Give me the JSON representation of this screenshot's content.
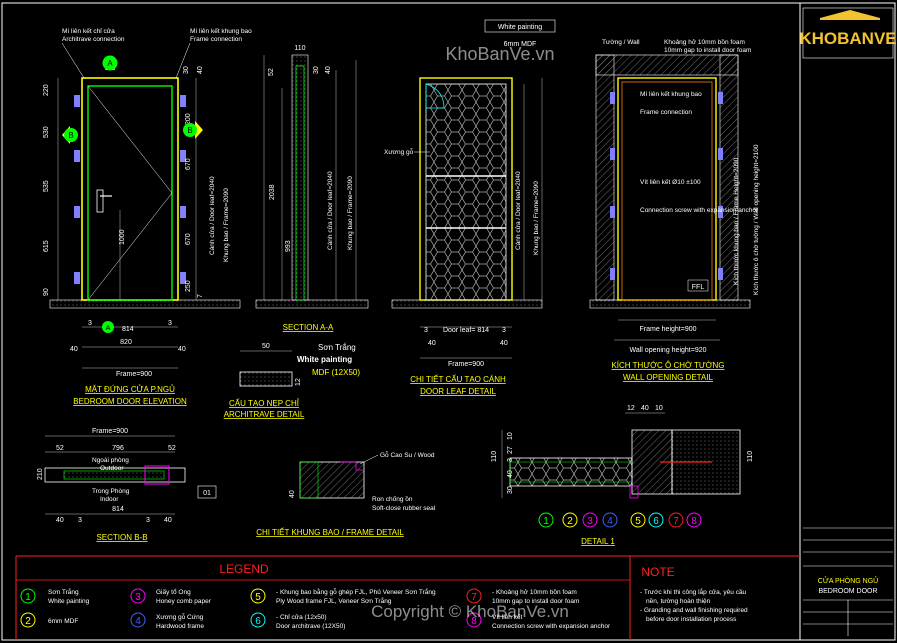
{
  "colors": {
    "background": "#000000",
    "line_white": "#ffffff",
    "line_yellow": "#ffff00",
    "line_green": "#00ff00",
    "line_cyan": "#00ffff",
    "line_magenta": "#ff00ff",
    "line_red": "#ff2020",
    "line_blue": "#4060ff",
    "dim": "#c0c0c0",
    "brand_yellow": "#f2c230"
  },
  "watermark": {
    "top": "KhoBanVe.vn",
    "bottom": "Copyright © KhoBanVe.vn"
  },
  "title_block": {
    "logo": "KHOBANVE",
    "drawing_name_vn": "CỬA PHÒNG NGỦ",
    "drawing_name_en": "BEDROOM DOOR"
  },
  "elevation": {
    "callout_architrave_vn": "Mí liên kết chỉ cửa",
    "callout_architrave_en": "Architrave connection",
    "callout_frame_vn": "Mí liên kết khung bao",
    "callout_frame_en": "Frame connection",
    "tag_a": "A",
    "tag_b": "B",
    "dims_left": [
      "220",
      "530",
      "535",
      "615",
      "90"
    ],
    "dims_right": [
      "30",
      "40",
      "200",
      "670",
      "670",
      "250",
      "7"
    ],
    "label_leaf": "Cánh cửa / Door leaf=2040",
    "label_frame": "Khung bao / Frame=2090",
    "handle_height": "1000",
    "bottom_dims": [
      "3",
      "40",
      "814",
      "3",
      "40"
    ],
    "overall_820": "820",
    "overall_900": "Frame=900",
    "title_vn": "MẶT ĐỨNG CỬA P.NGỦ",
    "title_en": "BEDROOM DOOR ELEVATION"
  },
  "section_aa": {
    "top_dim": "110",
    "dims_left": [
      "52",
      "2038",
      "993"
    ],
    "dims_right": [
      "30",
      "40"
    ],
    "label_leaf": "Cánh cửa / Door leaf=2040",
    "label_frame": "Khung bao / Frame=2090",
    "title": "SECTION A-A"
  },
  "architrave": {
    "dim_50": "50",
    "dim_12": "12",
    "paint_vn": "Sơn Trắng",
    "paint_en": "White painting",
    "material": "MDF (12X50)",
    "title_vn": "CẤU TẠO NẸP CHỈ",
    "title_en": "ARCHITRAVE DETAIL"
  },
  "door_leaf": {
    "paint_label": "White painting",
    "mdf_label": "6mm MDF",
    "core_label": "Xương gỗ",
    "label_leaf": "Cánh cửa / Door leaf=2040",
    "label_frame": "Khung bao / Frame=2090",
    "bottom_dims": [
      "3",
      "Door leaf= 814",
      "3"
    ],
    "dim_40": "40",
    "overall_900": "Frame=900",
    "title_vn": "CHI TIẾT CẤU TẠO CÁNH",
    "title_en": "DOOR LEAF DETAIL"
  },
  "wall_opening": {
    "wall_label": "Tường / Wall",
    "gap_vn": "Khoảng hở 10mm bồn foam",
    "gap_en": "10mm gap to install door foam",
    "frame_conn_vn": "Mí liên kết khung bao",
    "frame_conn_en": "Frame connection",
    "screw_vn": "Vít liên kết Ø10 ±100",
    "screw_en": "Connection screw with expansion anchor",
    "ffl": "FFL",
    "frame_height_label": "Kích thước khung bao / Frame Height=2090",
    "opening_height_label": "Kích thước ô chờ tường / Wall opening height=2100",
    "frame_width": "Frame height=900",
    "opening_width": "Wall opening height=920",
    "title_vn": "KÍCH THƯỚC Ô CHỜ TƯỜNG",
    "title_en": "WALL OPENING DETAIL"
  },
  "section_bb": {
    "frame_900": "Frame=900",
    "dims_top": [
      "52",
      "796",
      "52"
    ],
    "dim_814": "814",
    "outdoor_vn": "Ngoài phòng",
    "outdoor_en": "Outdoor",
    "indoor_vn": "Trong Phòng",
    "indoor_en": "Indoor",
    "dim_210": "210",
    "dims_bottom": [
      "40",
      "3",
      "3",
      "40"
    ],
    "tag_01": "01",
    "title": "SECTION B-B"
  },
  "frame_detail": {
    "wood_paint": "Gỗ Cao Su / Wood",
    "rubber_vn": "Ron chống ồn",
    "rubber_en": "Soft-close rubber seal",
    "dim_40": "40",
    "title": "CHI TIẾT KHUNG BAO / FRAME DETAIL"
  },
  "detail_1": {
    "dims_top": [
      "12",
      "40",
      "10"
    ],
    "dims_left": [
      "110",
      "10",
      "27",
      "3",
      "40",
      "30"
    ],
    "dim_right": "110",
    "bubbles": [
      "1",
      "2",
      "3",
      "4",
      "5",
      "6",
      "7",
      "8"
    ],
    "title": "DETAIL 1"
  },
  "legend": {
    "title": "LEGEND",
    "items": [
      {
        "num": "1",
        "vn": "Sơn Trắng",
        "en": "White painting"
      },
      {
        "num": "2",
        "vn": "6mm MDF",
        "en": ""
      },
      {
        "num": "3",
        "vn": "Giấy tổ Ong",
        "en": "Honey comb paper"
      },
      {
        "num": "4",
        "vn": "Xương gỗ Cứng",
        "en": "Hardwood frame"
      },
      {
        "num": "5",
        "vn": "- Khung bao bằng gỗ ghép FJL, Phủ Veneer Sơn Trắng",
        "en": "Ply Wood frame FJL, Veneer Sơn Trắng"
      },
      {
        "num": "6",
        "vn": "- Chỉ cửa (12x50)",
        "en": "Door architrave (12X50)"
      },
      {
        "num": "7",
        "vn": "- Khoảng hở 10mm bồn foam",
        "en": "10mm gap to install door foam"
      },
      {
        "num": "8",
        "vn": "Vít liên kết",
        "en": "Connection screw with expansion anchor"
      }
    ]
  },
  "note": {
    "title": "NOTE",
    "lines": [
      "- Trước khi thi công lắp cửa, yêu cầu",
      "nền, tường hoàn thiện",
      "- Granding and wall finishing required",
      "before door installation process"
    ]
  }
}
